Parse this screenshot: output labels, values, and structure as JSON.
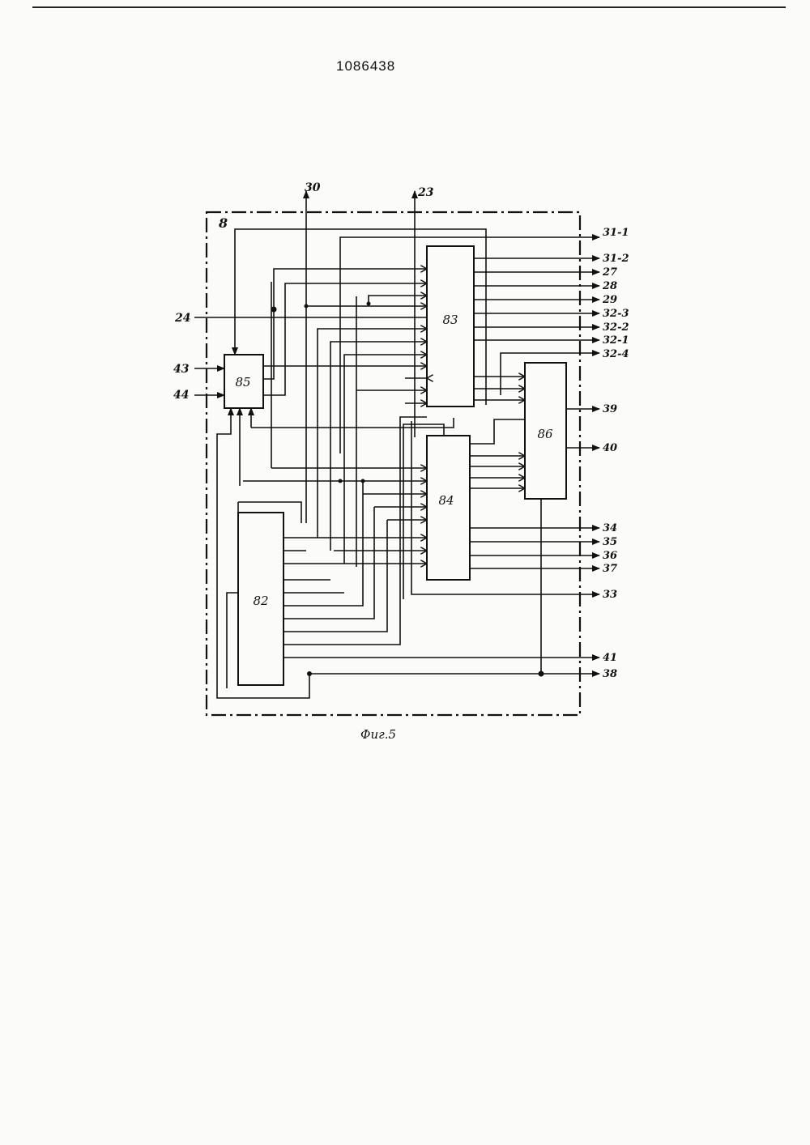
{
  "patent_number": "1086438",
  "figure_caption": "Фиг.5",
  "unit_label": "8",
  "blocks": {
    "b82": "82",
    "b83": "83",
    "b84": "84",
    "b85": "85",
    "b86": "86"
  },
  "inputs": {
    "in43": "43",
    "in44": "44",
    "in24": "24"
  },
  "top_outputs": {
    "out30": "30",
    "out23": "23"
  },
  "right_outputs": {
    "o31_1": "31-1",
    "o31_2": "31-2",
    "o27": "27",
    "o28": "28",
    "o29": "29",
    "o32_3": "32-3",
    "o32_2": "32-2",
    "o32_1": "32-1",
    "o32_4": "32-4",
    "o39": "39",
    "o40": "40",
    "o34": "34",
    "o35": "35",
    "o36": "36",
    "o37": "37",
    "o33": "33",
    "o41": "41",
    "o38": "38"
  }
}
